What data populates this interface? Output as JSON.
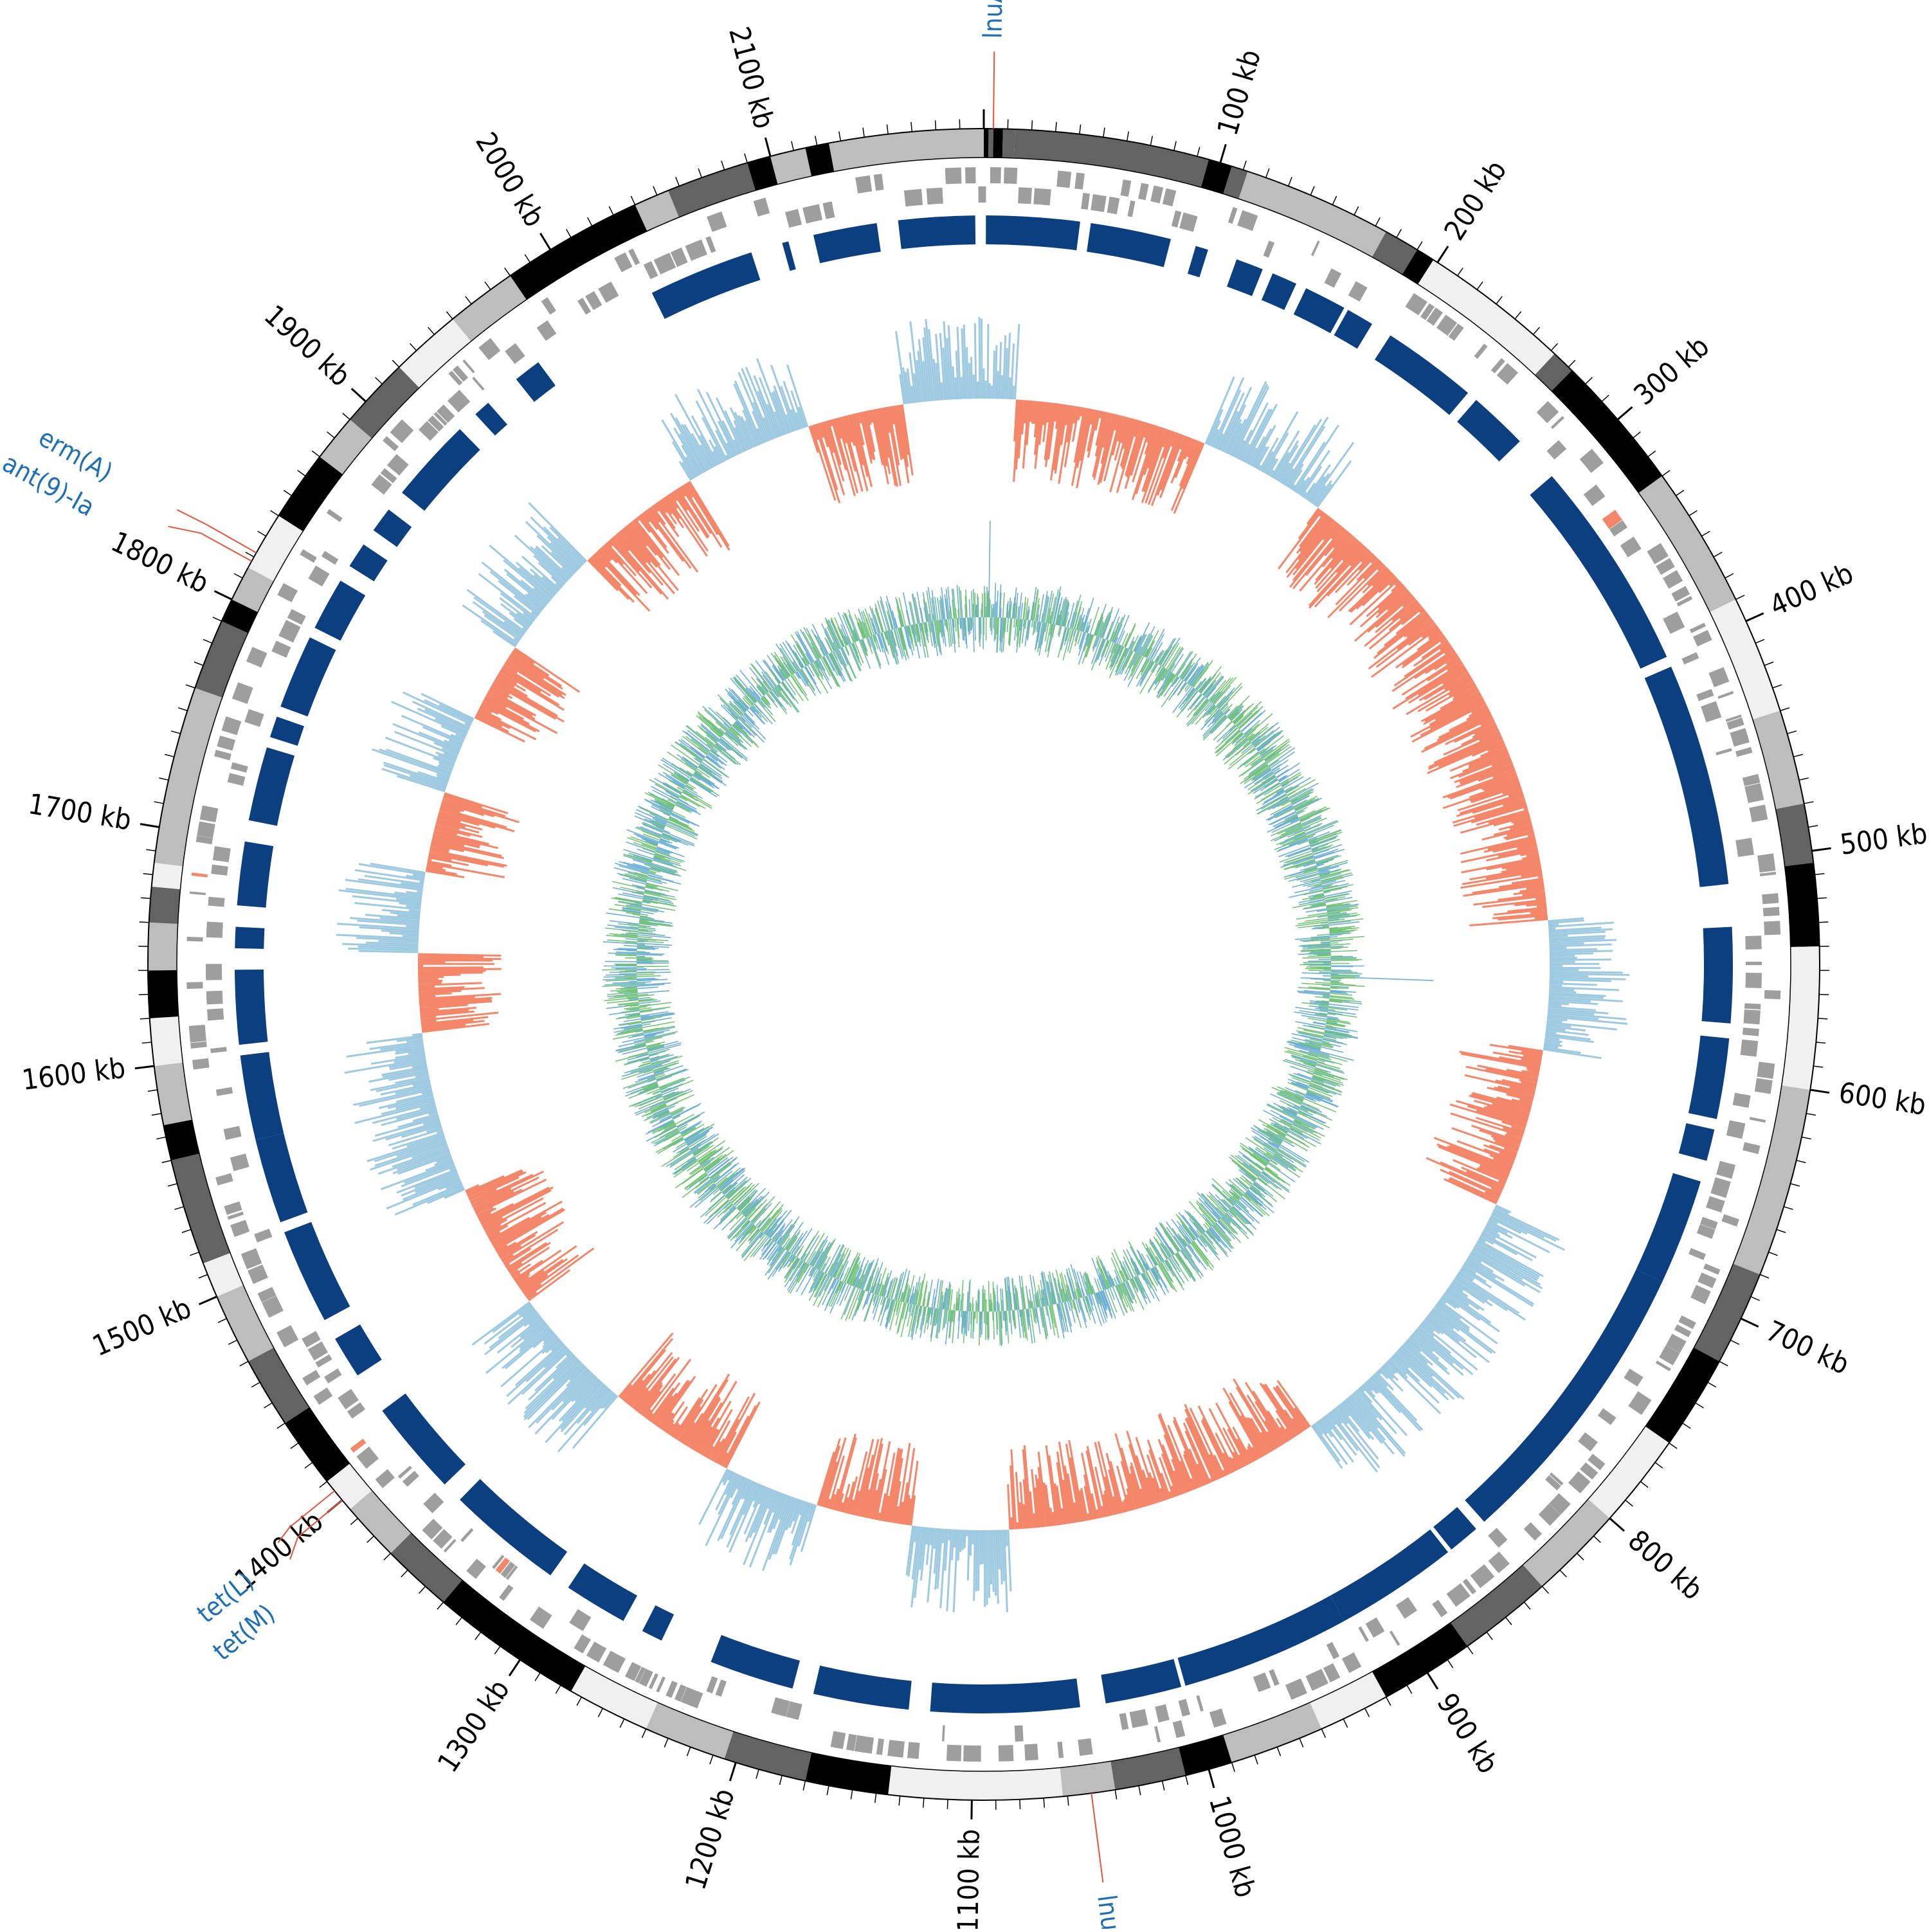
{
  "genome": {
    "length_kb": 2190,
    "labeled_ticks_kb": [
      100,
      200,
      300,
      400,
      500,
      600,
      700,
      800,
      900,
      1000,
      1100,
      1200,
      1300,
      1400,
      1500,
      1600,
      1700,
      1800,
      1900,
      2000,
      2100
    ],
    "tick_unit": "kb",
    "ideogram_shades": [
      "#f0f0f0",
      "#bdbdbd",
      "#636363",
      "#000000"
    ]
  },
  "gene_labels": [
    {
      "position_kb": 4,
      "text": "lnuA,lnu(A)"
    },
    {
      "position_kb": 1822,
      "text": "erm(A)"
    },
    {
      "position_kb": 1818,
      "text": "ANT(9)-Ia,ant(9)-Ia"
    },
    {
      "position_kb": 1405,
      "text": "tet(L)"
    },
    {
      "position_kb": 1400,
      "text": "tet(M)"
    },
    {
      "position_kb": 1050,
      "text": "lnu(C),lnuC"
    }
  ],
  "colors": {
    "label_text": "#1f6fb5",
    "label_line": "#e8523a",
    "features": "#9e9e9e",
    "coverage_blocks": "#0b3f80",
    "gc_skew_positive": "#f4866a",
    "gc_skew_negative": "#9ecae1",
    "gc_content_high": "#6baed6",
    "gc_content_low": "#74c476"
  }
}
